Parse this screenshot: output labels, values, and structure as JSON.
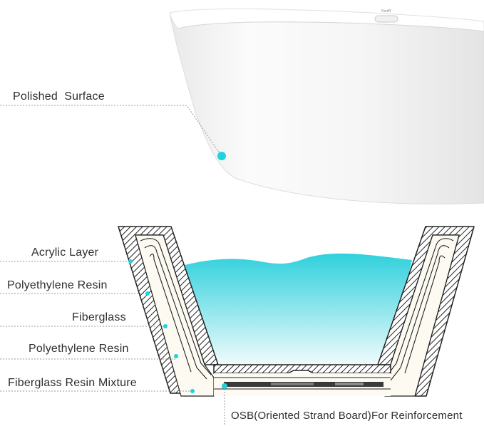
{
  "tub_logo": "FerdY",
  "labels": {
    "polished_surface": "Polished  Surface",
    "acrylic_layer": "Acrylic Layer",
    "polyethylene_resin_1": "Polyethylene Resin",
    "fiberglass": "Fiberglass",
    "polyethylene_resin_2": "Polyethylene Resin",
    "fiberglass_resin_mixture": "Fiberglass Resin Mixture",
    "osb": "OSB(Oriented Strand Board)For Reinforcement"
  },
  "colors": {
    "marker": "#1fd3de",
    "water_top": "#2fd0dc",
    "water_bottom": "#f2fcfd",
    "leader": "#9a9a9a",
    "text": "#2f2f2f",
    "outline": "#222222"
  }
}
